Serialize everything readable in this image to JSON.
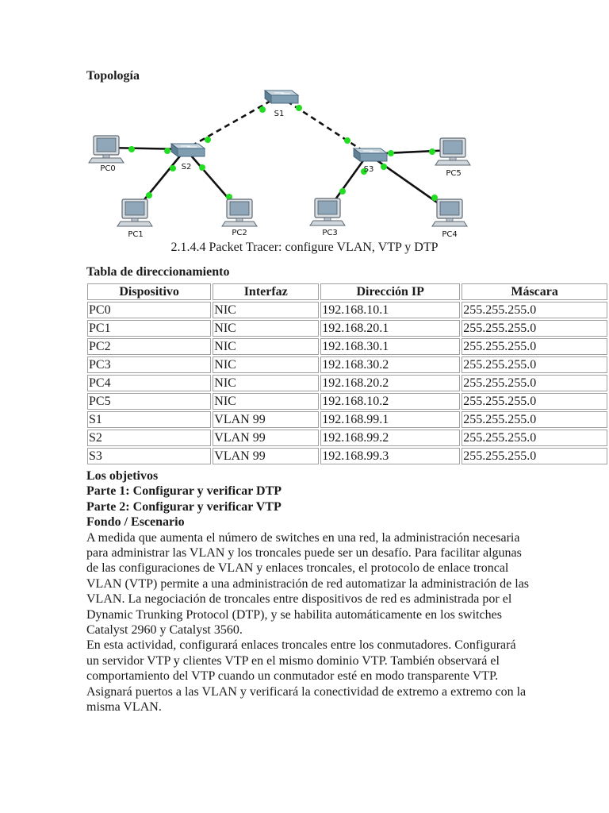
{
  "topology_heading": "Topología",
  "diagram": {
    "devices": [
      {
        "id": "S1",
        "type": "switch",
        "label": "S1"
      },
      {
        "id": "S2",
        "type": "switch",
        "label": "S2"
      },
      {
        "id": "S3",
        "type": "switch",
        "label": "S3"
      },
      {
        "id": "PC0",
        "type": "pc",
        "label": "PC0"
      },
      {
        "id": "PC1",
        "type": "pc",
        "label": "PC1"
      },
      {
        "id": "PC2",
        "type": "pc",
        "label": "PC2"
      },
      {
        "id": "PC3",
        "type": "pc",
        "label": "PC3"
      },
      {
        "id": "PC4",
        "type": "pc",
        "label": "PC4"
      },
      {
        "id": "PC5",
        "type": "pc",
        "label": "PC5"
      }
    ],
    "links": [
      {
        "from": "S1",
        "to": "S2",
        "style": "dashed"
      },
      {
        "from": "S1",
        "to": "S3",
        "style": "dashed"
      },
      {
        "from": "S2",
        "to": "PC0",
        "style": "solid"
      },
      {
        "from": "S2",
        "to": "PC1",
        "style": "solid"
      },
      {
        "from": "S2",
        "to": "PC2",
        "style": "solid"
      },
      {
        "from": "S3",
        "to": "PC3",
        "style": "solid"
      },
      {
        "from": "S3",
        "to": "PC4",
        "style": "solid"
      },
      {
        "from": "S3",
        "to": "PC5",
        "style": "solid"
      }
    ],
    "link_status_color": "#22dd22"
  },
  "caption": "2.1.4.4 Packet Tracer: configure VLAN, VTP y DTP",
  "table_heading": "Tabla de direccionamiento",
  "table": {
    "headers": [
      "Dispositivo",
      "Interfaz",
      "Dirección IP",
      "Máscara"
    ],
    "rows": [
      [
        "PC0",
        "NIC",
        "192.168.10.1",
        "255.255.255.0"
      ],
      [
        "PC1",
        "NIC",
        "192.168.20.1",
        "255.255.255.0"
      ],
      [
        "PC2",
        "NIC",
        "192.168.30.1",
        "255.255.255.0"
      ],
      [
        "PC3",
        "NIC",
        "192.168.30.2",
        "255.255.255.0"
      ],
      [
        "PC4",
        "NIC",
        "192.168.20.2",
        "255.255.255.0"
      ],
      [
        "PC5",
        "NIC",
        "192.168.10.2",
        "255.255.255.0"
      ],
      [
        "S1",
        "VLAN 99",
        "192.168.99.1",
        "255.255.255.0"
      ],
      [
        "S2",
        "VLAN 99",
        "192.168.99.2",
        "255.255.255.0"
      ],
      [
        "S3",
        "VLAN 99",
        "192.168.99.3",
        "255.255.255.0"
      ]
    ]
  },
  "objectives_heading": "Los objetivos",
  "part1": "Parte 1: Configurar y verificar DTP",
  "part2": "Parte 2: Configurar y verificar VTP",
  "background_heading": "Fondo / Escenario",
  "paragraph1": "A medida que aumenta el número de switches en una red, la administración necesaria para administrar las VLAN y los troncales puede ser un desafío. Para facilitar algunas de las configuraciones de VLAN y enlaces troncales, el protocolo de enlace troncal VLAN (VTP) permite a una administración de red automatizar la administración de las VLAN. La negociación de troncales entre dispositivos de red es administrada por el Dynamic Trunking Protocol (DTP), y se habilita automáticamente en los switches Catalyst 2960 y Catalyst 3560.",
  "paragraph2": "En esta actividad, configurará enlaces troncales entre los conmutadores. Configurará un servidor VTP y clientes VTP en el mismo dominio VTP. También observará el comportamiento del VTP cuando un conmutador esté en modo transparente VTP. Asignará puertos a las VLAN y verificará la conectividad de extremo a extremo con la misma VLAN."
}
